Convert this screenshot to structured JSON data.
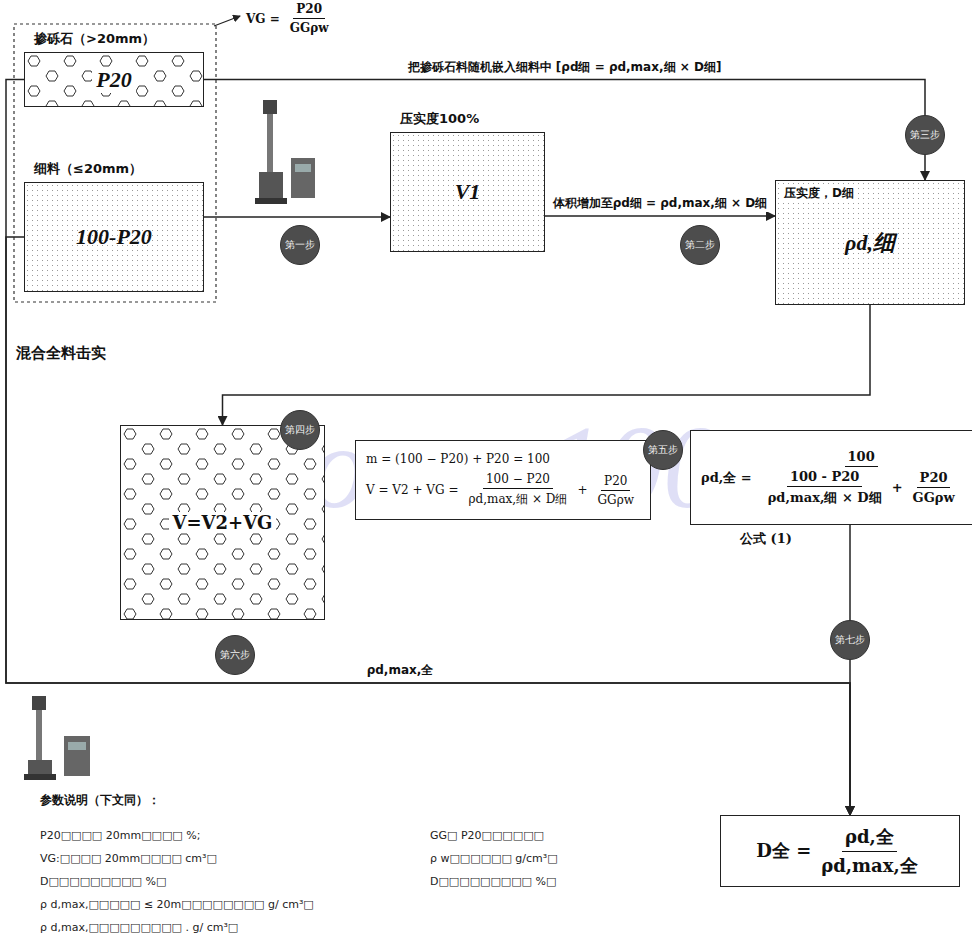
{
  "diagram": {
    "nodes": [
      {
        "text": [
          "掺砾石（>20mm）",
          "P20"
        ]
      },
      {
        "text": [
          "细料（≤20mm）",
          "100-P20"
        ]
      },
      {
        "text": [
          "压实度100%",
          "V1"
        ]
      },
      {
        "text": [
          "压实度，D细",
          "ρd,细"
        ]
      },
      {
        "text": [
          "V=V2+VG"
        ]
      },
      {
        "text": [
          "m = (100 − P20) + P20 = 100",
          "V = V2 + VG =",
          "100 − P20",
          "ρd,max,细 × D细",
          "+",
          "P20",
          "GGρw"
        ]
      },
      {
        "text": [
          "ρd,全 =",
          "100",
          "100 - P20",
          "ρd,max,细 × D细",
          "+",
          "P20",
          "GGρw",
          "公式 (1)"
        ]
      },
      {
        "text": [
          "D全 =",
          "ρd,全",
          "ρd,max,全"
        ]
      },
      {
        "text": [
          "第一步"
        ]
      },
      {
        "text": [
          "第二步"
        ]
      },
      {
        "text": [
          "第三步"
        ]
      },
      {
        "text": [
          "第四步"
        ]
      },
      {
        "text": [
          "第五步"
        ]
      },
      {
        "text": [
          "第六步"
        ]
      },
      {
        "text": [
          "第七步"
        ]
      }
    ],
    "edges": [
      {
        "from": 1,
        "to": 2,
        "arrow": "to"
      },
      {
        "from": 2,
        "to": 3,
        "label": "体积增加至ρd细 = ρd,max,细 × D细",
        "arrow": "to"
      },
      {
        "from": 0,
        "to": 3,
        "label": "把掺砾石料随机嵌入细料中 [ρd细 = ρd,max,细 × D细]",
        "arrow": "to"
      },
      {
        "from": 3,
        "to": 4,
        "arrow": "to"
      },
      {
        "from": 6,
        "to": 7,
        "arrow": "to"
      },
      {
        "from": 0,
        "to": 7,
        "label": "ρd,max,全",
        "arrow": "to"
      },
      {
        "from": 1,
        "to": 7,
        "arrow": "to"
      }
    ],
    "labels": [
      "VG =",
      "P20",
      "GGρw",
      "混合全料击实",
      "参数说明（下文同）：",
      "P20□□□□ 20mm□□□□ %;",
      "VG:□□□□ 20mm□□□□ cm³□",
      "D□□□□□□□□□ %□",
      "ρ d,max,□□□□□ ≤ 20m□□□□□□□□ g/ cm³□",
      "ρ d,max,□□□□□□□□□ . g/ cm³□",
      "GG□ P20□□□□□□",
      "ρ w□□□□□□ g/cm³□",
      "D□□□□□□□□□ %□",
      "power100.co"
    ]
  }
}
